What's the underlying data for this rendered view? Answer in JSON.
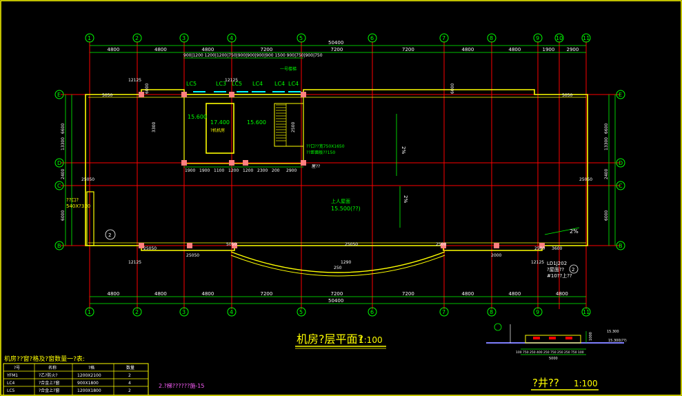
{
  "colors": {
    "background": "#000000",
    "axis": "#ff0000",
    "wall": "#ffff00",
    "dim": "#00ff00",
    "text": "#ffffff",
    "window": "#00ffff",
    "column": "#ff8080"
  },
  "axes": {
    "top_labels": [
      "1",
      "2",
      "3",
      "4",
      "5",
      "6",
      "7",
      "8",
      "9",
      "10",
      "11"
    ],
    "bottom_labels": [
      "1",
      "2",
      "3",
      "4",
      "5",
      "6",
      "7",
      "8",
      "9",
      "11"
    ],
    "left_labels": [
      "E",
      "D",
      "C",
      "B"
    ],
    "right_labels": [
      "E",
      "D",
      "C",
      "B"
    ]
  },
  "dimensions": {
    "top_total": "50400",
    "top_spans": [
      "4800",
      "4800",
      "4800",
      "7200",
      "7200",
      "7200",
      "4800",
      "4800",
      "1900",
      "2900"
    ],
    "top_detail": "900|1200 1200|1200|750|900|900|900|900 1500 900|750|900|750",
    "bottom_total": "50400",
    "bottom_spans": [
      "4800",
      "4800",
      "4800",
      "7200",
      "7200",
      "7200",
      "4800",
      "4800",
      "4800"
    ],
    "left_side": [
      "6600",
      "13300",
      "2400",
      "6000"
    ],
    "right_side": [
      "6600",
      "13300",
      "2400",
      "6000"
    ],
    "inner_middle": [
      "1900",
      "1900",
      "1100",
      "1200",
      "1200",
      "2300",
      "200",
      "2900"
    ],
    "misc": [
      "12125",
      "12125",
      "12125",
      "12125",
      "5050",
      "5050",
      "25050",
      "25050",
      "6000",
      "6000",
      "3300",
      "2500",
      "25050",
      "25050",
      "5050",
      "25050",
      "2500",
      "2000",
      "2500",
      "3600",
      "1290",
      "250"
    ]
  },
  "windows": [
    "LC5",
    "LC3",
    "LC5",
    "LC4",
    "LC4",
    "LC4"
  ],
  "levels": [
    "15.600",
    "17.400",
    "15.600",
    "15.500(??)"
  ],
  "annotations": {
    "stair": "一号楼梯",
    "machine": "?机机房",
    "hatch": "??口??宽750X1650",
    "hatch2": "??距面板??150",
    "roof_entry": "上人屋面",
    "slope": "2%",
    "slope_v1": "2%",
    "slope_v2": "2%",
    "room_note": "屋??",
    "left_note": "??口?",
    "left_note2": "540X?330",
    "bottom_note1": "LD1J202",
    "bottom_note2": "?屋面??",
    "bottom_note3": "#10??上??",
    "detail_mark": "2"
  },
  "plan_title": "机房?层平面?",
  "plan_scale": "1:100",
  "section_title": "?井??",
  "section_scale": "1:100",
  "drawing_no": "2.?梯??????施-15",
  "table": {
    "title": "机房??窗?格及?窗数量一?表:",
    "headers": [
      "?号",
      "名称",
      "?格",
      "数量"
    ],
    "rows": [
      [
        "YFM1",
        "?乙?防火?",
        "1200X2100",
        "2"
      ],
      [
        "LC4",
        "?合金上?窗",
        "900X1800",
        "4"
      ],
      [
        "LC5",
        "?合金上?窗",
        "1200X1800",
        "2"
      ]
    ]
  },
  "section": {
    "level_top": "15.300",
    "level_roof": "15.300(??)",
    "left_dims": [
      "100",
      "750",
      "250",
      "400",
      "250",
      "750",
      "250",
      "250",
      "750",
      "100"
    ],
    "total": "5000",
    "vertical": "1000"
  }
}
